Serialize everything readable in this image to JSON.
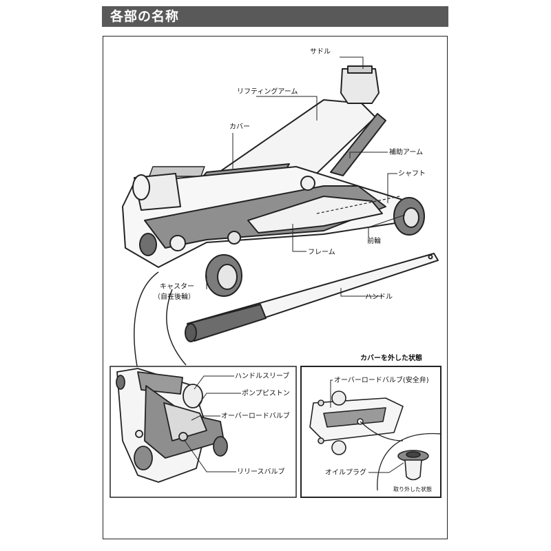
{
  "header": {
    "title": "各部の名称"
  },
  "labels": {
    "saddle": "サドル",
    "lifting_arm": "リフティングアーム",
    "cover": "カバー",
    "aux_arm": "補助アーム",
    "shaft": "シャフト",
    "front_wheel": "前輪",
    "frame": "フレーム",
    "caster_1": "キャスター",
    "caster_2": "（自在後輪）",
    "handle": "ハンドル"
  },
  "detail_left": {
    "handle_sleeve": "ハンドルスリーブ",
    "pump_piston": "ポンプピストン",
    "overload_valve": "オーバーロードバルブ",
    "release_valve": "リリースバルブ"
  },
  "detail_right": {
    "title": "カバーを外した状態",
    "overload_valve_safety": "オーバーロードバルブ(安全弁)",
    "oil_plug": "オイルプラグ",
    "removed_state": "取り外した状態"
  }
}
